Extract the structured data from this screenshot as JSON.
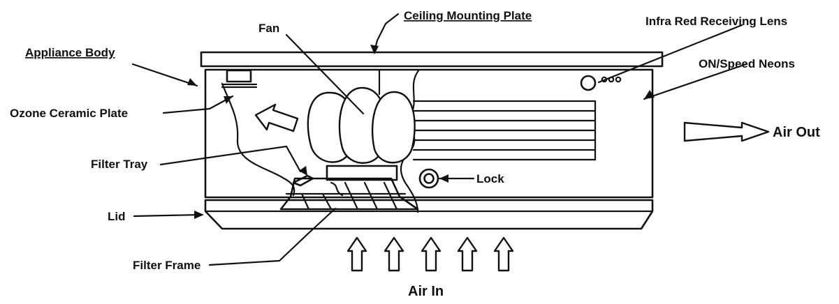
{
  "labels": {
    "ceiling_mounting_plate": "Ceiling Mounting Plate",
    "fan": "Fan",
    "infra_red_receiving_lens": "Infra Red Receiving Lens",
    "appliance_body": "Appliance Body",
    "on_speed_neons": "ON/Speed Neons",
    "ozone_ceramic_plate": "Ozone Ceramic Plate",
    "air_out": "Air Out",
    "filter_tray": "Filter Tray",
    "lock": "Lock",
    "lid": "Lid",
    "filter_frame": "Filter Frame",
    "air_in": "Air In"
  },
  "colors": {
    "line": "#111111",
    "background": "#ffffff"
  }
}
